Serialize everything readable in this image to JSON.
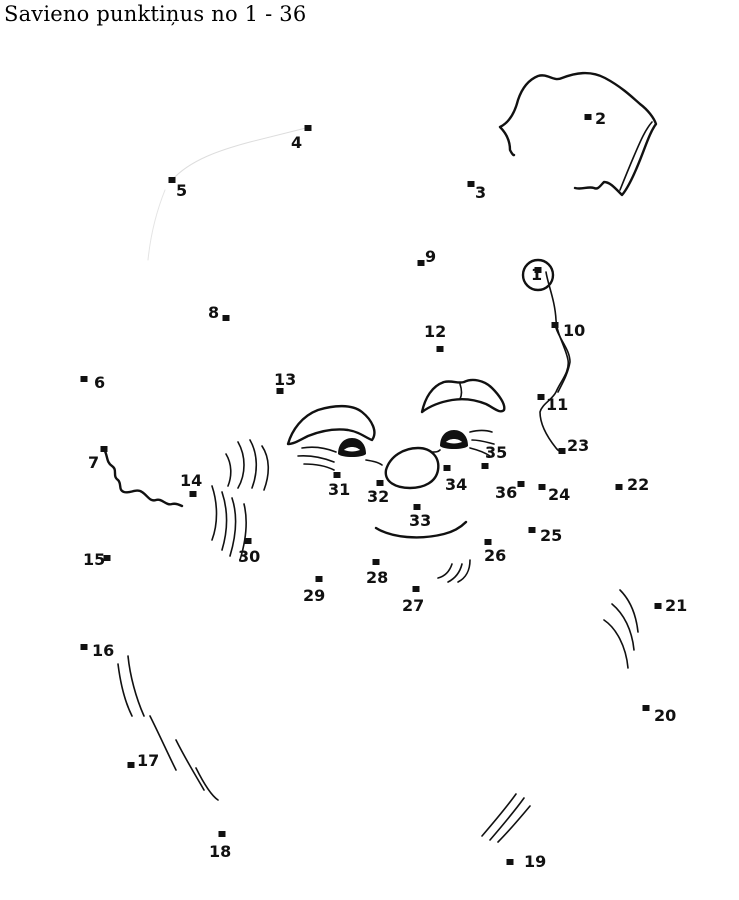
{
  "title": "Savieno punktiņus no 1 - 36",
  "colors": {
    "ink": "#111111",
    "paper": "#ffffff"
  },
  "points": [
    {
      "label": "1"
    },
    {
      "label": "2"
    },
    {
      "label": "3"
    },
    {
      "label": "4"
    },
    {
      "label": "5"
    },
    {
      "label": "6"
    },
    {
      "label": "7"
    },
    {
      "label": "8"
    },
    {
      "label": "9"
    },
    {
      "label": "10"
    },
    {
      "label": "11"
    },
    {
      "label": "12"
    },
    {
      "label": "13"
    },
    {
      "label": "14"
    },
    {
      "label": "15"
    },
    {
      "label": "16"
    },
    {
      "label": "17"
    },
    {
      "label": "18"
    },
    {
      "label": "19"
    },
    {
      "label": "20"
    },
    {
      "label": "21"
    },
    {
      "label": "22"
    },
    {
      "label": "23"
    },
    {
      "label": "24"
    },
    {
      "label": "25"
    },
    {
      "label": "26"
    },
    {
      "label": "27"
    },
    {
      "label": "28"
    },
    {
      "label": "29"
    },
    {
      "label": "30"
    },
    {
      "label": "31"
    },
    {
      "label": "32"
    },
    {
      "label": "33"
    },
    {
      "label": "34"
    },
    {
      "label": "35"
    },
    {
      "label": "36"
    }
  ]
}
